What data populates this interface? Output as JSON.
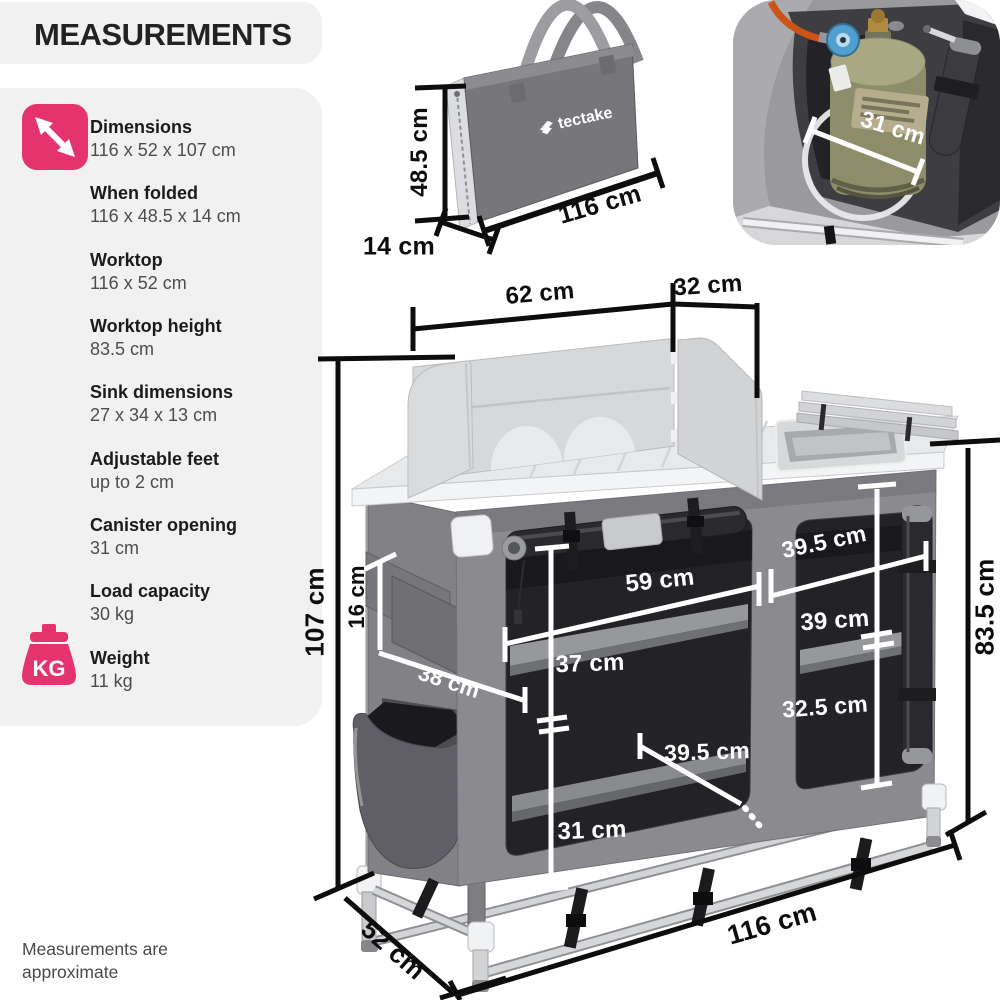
{
  "title": "MEASUREMENTS",
  "footnote": "Measurements are\napproximate",
  "accent_color": "#e5336e",
  "brand": {
    "logo_text": "tectake"
  },
  "sidebar": {
    "kg_icon_label": "KG",
    "items": [
      {
        "label": "Dimensions",
        "value": "116 x 52 x 107 cm"
      },
      {
        "label": "When folded",
        "value": "116 x 48.5 x 14 cm"
      },
      {
        "label": "Worktop",
        "value": "116 x 52 cm"
      },
      {
        "label": "Worktop height",
        "value": "83.5 cm"
      },
      {
        "label": "Sink dimensions",
        "value": "27 x 34 x 13 cm"
      },
      {
        "label": "Adjustable feet",
        "value": "up to 2 cm"
      },
      {
        "label": "Canister opening",
        "value": "31 cm"
      },
      {
        "label": "Load capacity",
        "value": "30 kg"
      },
      {
        "label": "Weight",
        "value": "11 kg"
      }
    ]
  },
  "bag": {
    "height": "48.5 cm",
    "length": "116 cm",
    "depth": "14 cm"
  },
  "inset": {
    "canister_opening": "31 cm"
  },
  "unit": {
    "windscreen_back_width": "62 cm",
    "windscreen_side_width": "32 cm",
    "total_height": "107 cm",
    "side_pocket_height": "16 cm",
    "side_depth": "38 cm",
    "left_compartment_width": "59 cm",
    "left_shelf_spacing": "37 cm",
    "left_compartment_depth": "39.5 cm",
    "left_lower_height": "31 cm",
    "right_compartment_width": "39.5 cm",
    "right_shelf_spacing": "39 cm",
    "right_lower_height": "32.5 cm",
    "worktop_height": "83.5 cm",
    "total_width": "116 cm",
    "total_depth": "52 cm"
  }
}
